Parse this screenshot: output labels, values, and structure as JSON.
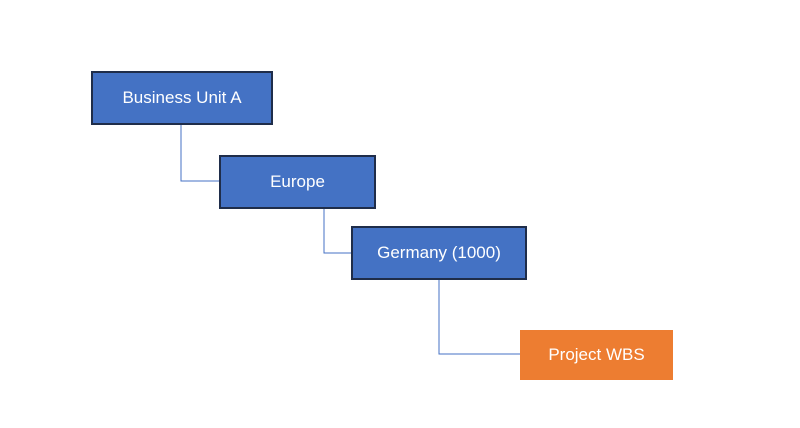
{
  "diagram": {
    "nodes": [
      {
        "label": "Business Unit A",
        "color": "#4472c4"
      },
      {
        "label": "Europe",
        "color": "#4472c4"
      },
      {
        "label": "Germany (1000)",
        "color": "#4472c4"
      },
      {
        "label": "Project WBS",
        "color": "#ed7d31"
      }
    ],
    "edges": [
      {
        "from": "Business Unit A",
        "to": "Europe"
      },
      {
        "from": "Europe",
        "to": "Germany (1000)"
      },
      {
        "from": "Germany (1000)",
        "to": "Project WBS"
      }
    ],
    "connector_color": "#4472c4",
    "border_color": "#1f2d4a"
  }
}
